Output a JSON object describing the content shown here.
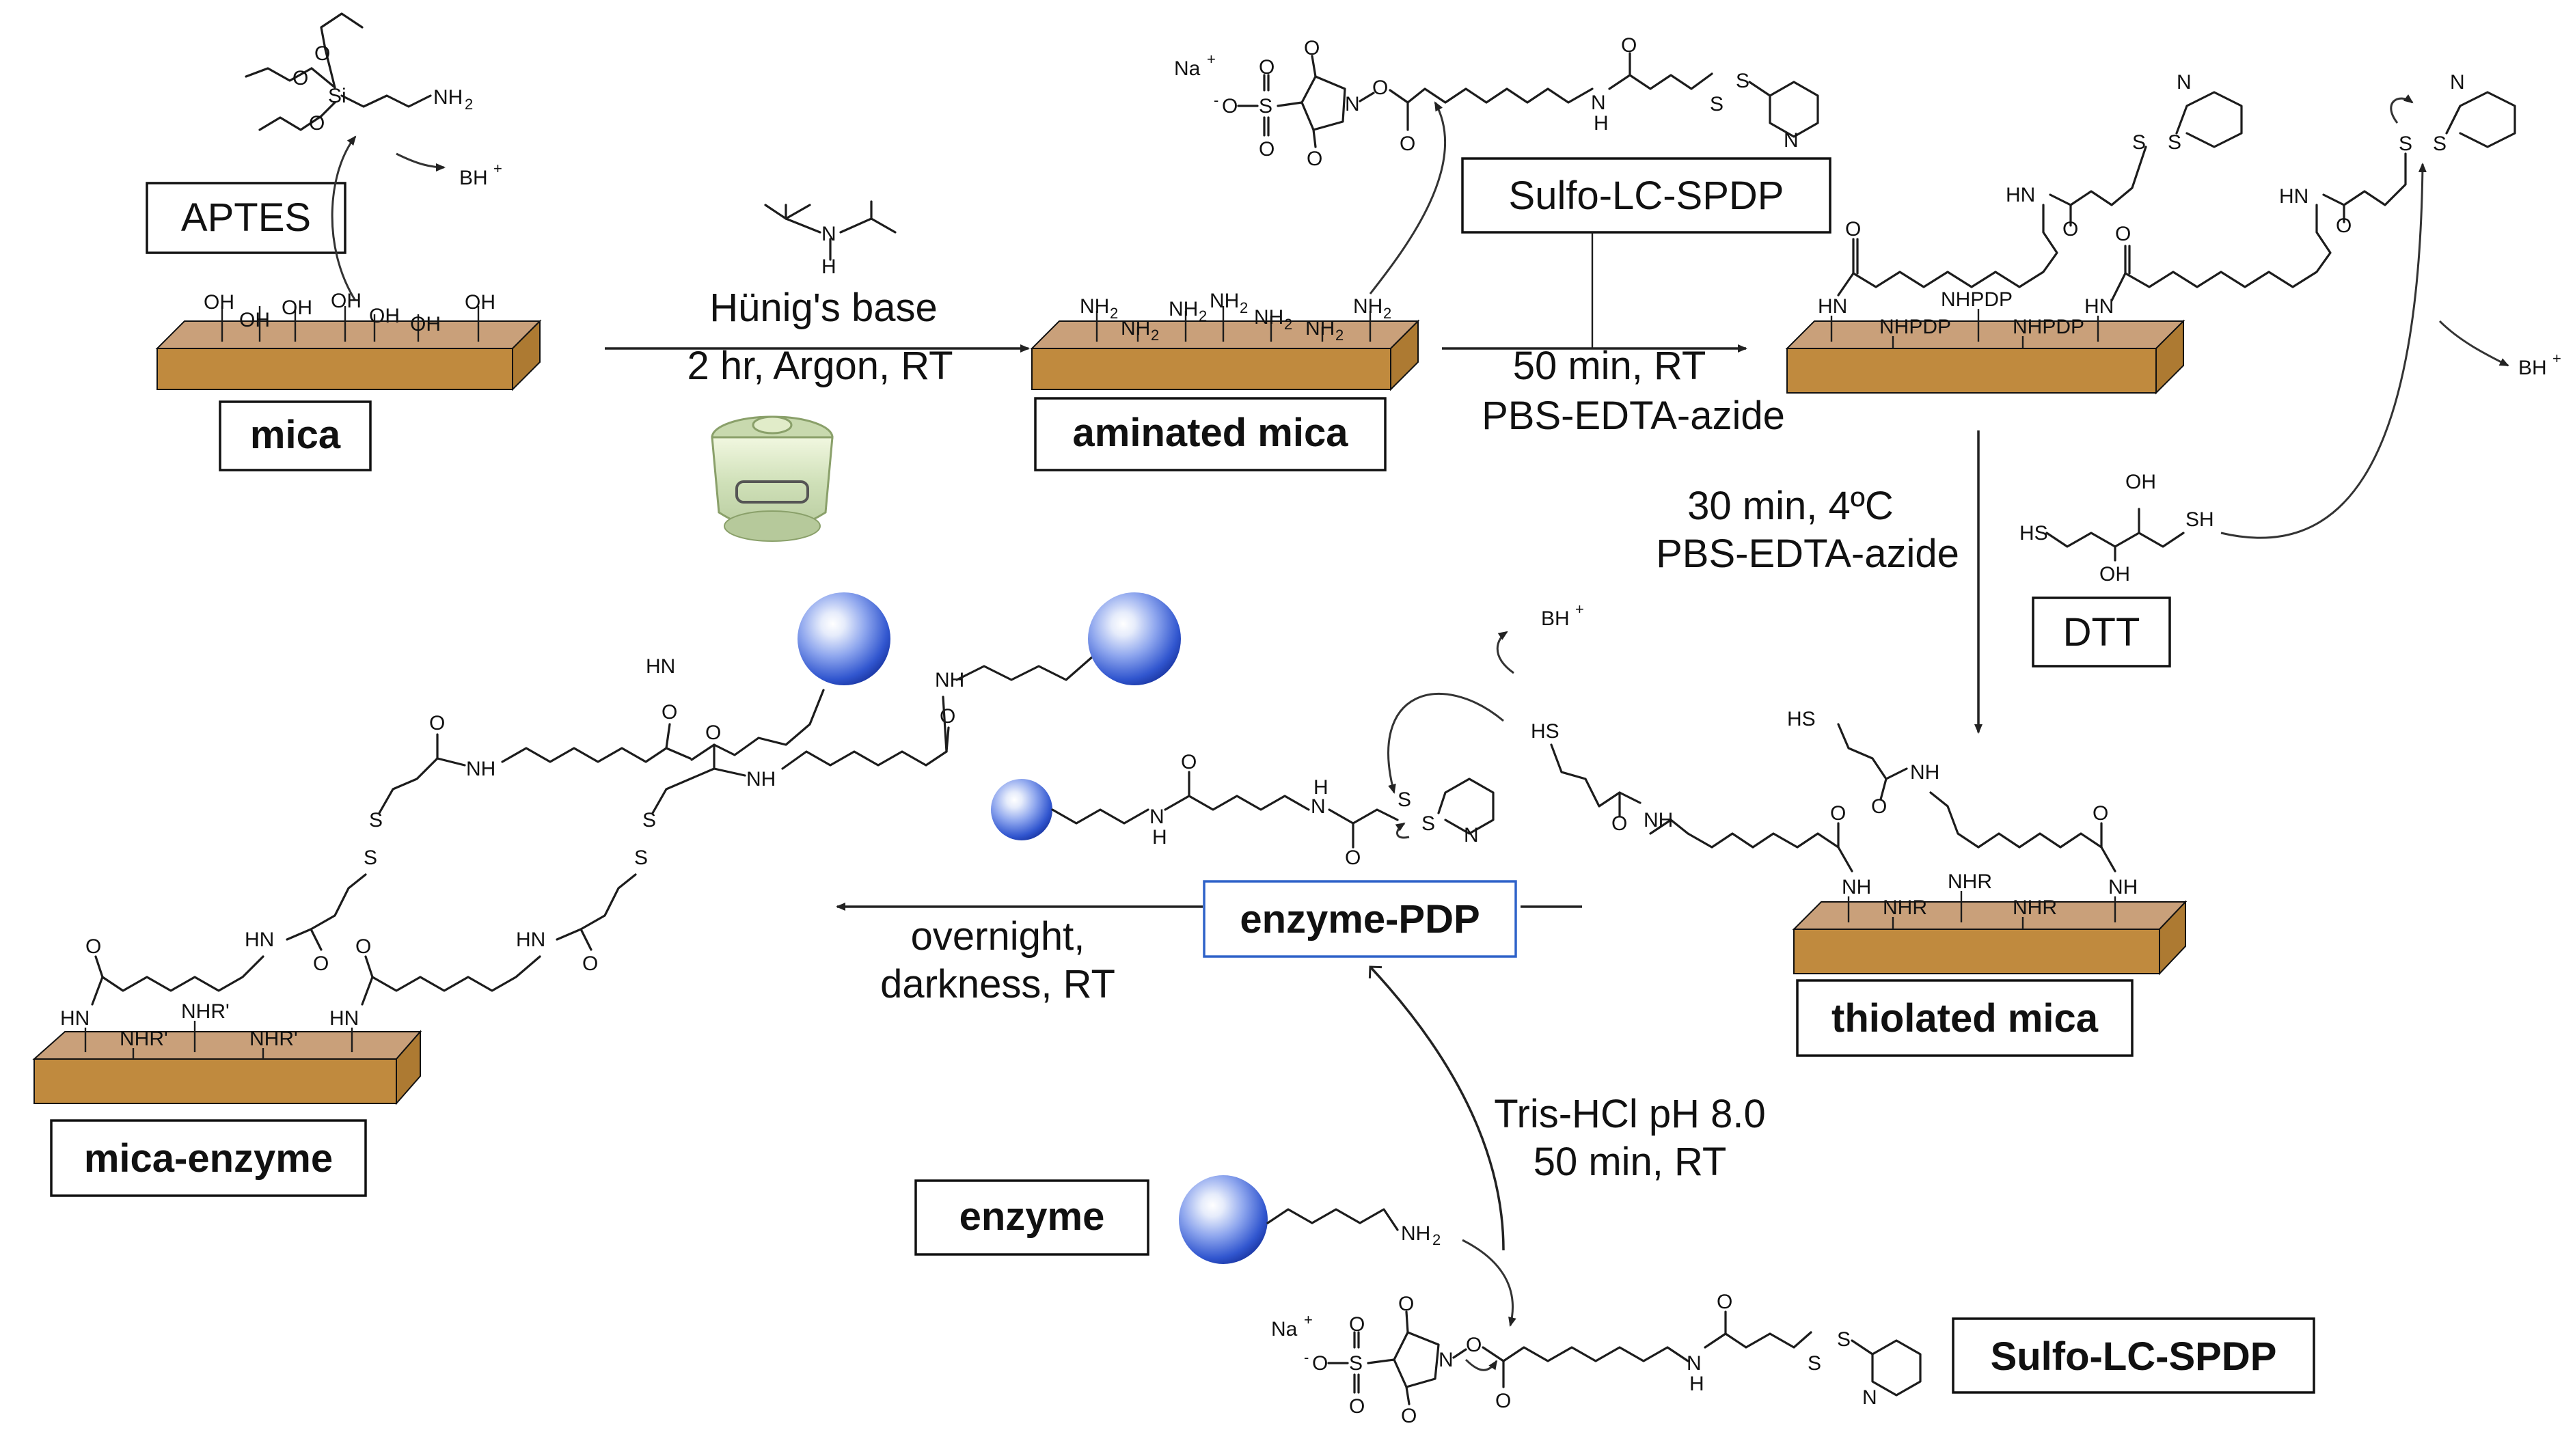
{
  "reagents": {
    "aptes": "APTES",
    "sulfo_top": "Sulfo-LC-SPDP",
    "dtt": "DTT",
    "enzyme": "enzyme",
    "sulfo_bottom": "Sulfo-LC-SPDP",
    "hunig_base": "Hünig's base"
  },
  "surfaces": {
    "mica": "mica",
    "aminated": "aminated mica",
    "thiolated": "thiolated mica",
    "mica_enzyme": "mica-enzyme",
    "enzyme_pdp": "enzyme-PDP"
  },
  "conditions": {
    "step1_a": "Hünig's base",
    "step1_b": "2 hr, Argon, RT",
    "step2_a": "50 min, RT",
    "step2_b": "PBS-EDTA-azide",
    "step3_a": "30 min, 4ºC",
    "step3_b": "PBS-EDTA-azide",
    "step4_a": "overnight,",
    "step4_b": "darkness, RT",
    "step5_a": "Tris-HCl pH 8.0",
    "step5_b": "50 min, RT"
  },
  "atoms": {
    "oh": "OH",
    "nh2": "NH",
    "nh2_sub": "2",
    "bh": "BH",
    "plus": "+",
    "minus": "-",
    "na": "Na",
    "o": "O",
    "s": "S",
    "n": "N",
    "si": "Si",
    "hn": "HN",
    "nh": "NH",
    "h": "H",
    "sh": "SH",
    "hs": "HS",
    "nhpdp": "NHPDP",
    "nhr": "NHR",
    "nhr_prime": "NHR'",
    "o_minus_s": "O-S"
  },
  "colors": {
    "mica_top": "#c9a07a",
    "mica_front": "#c08a3e",
    "enzyme_blue": "#2f62c9",
    "label_border_blue": "#2f62c9"
  }
}
